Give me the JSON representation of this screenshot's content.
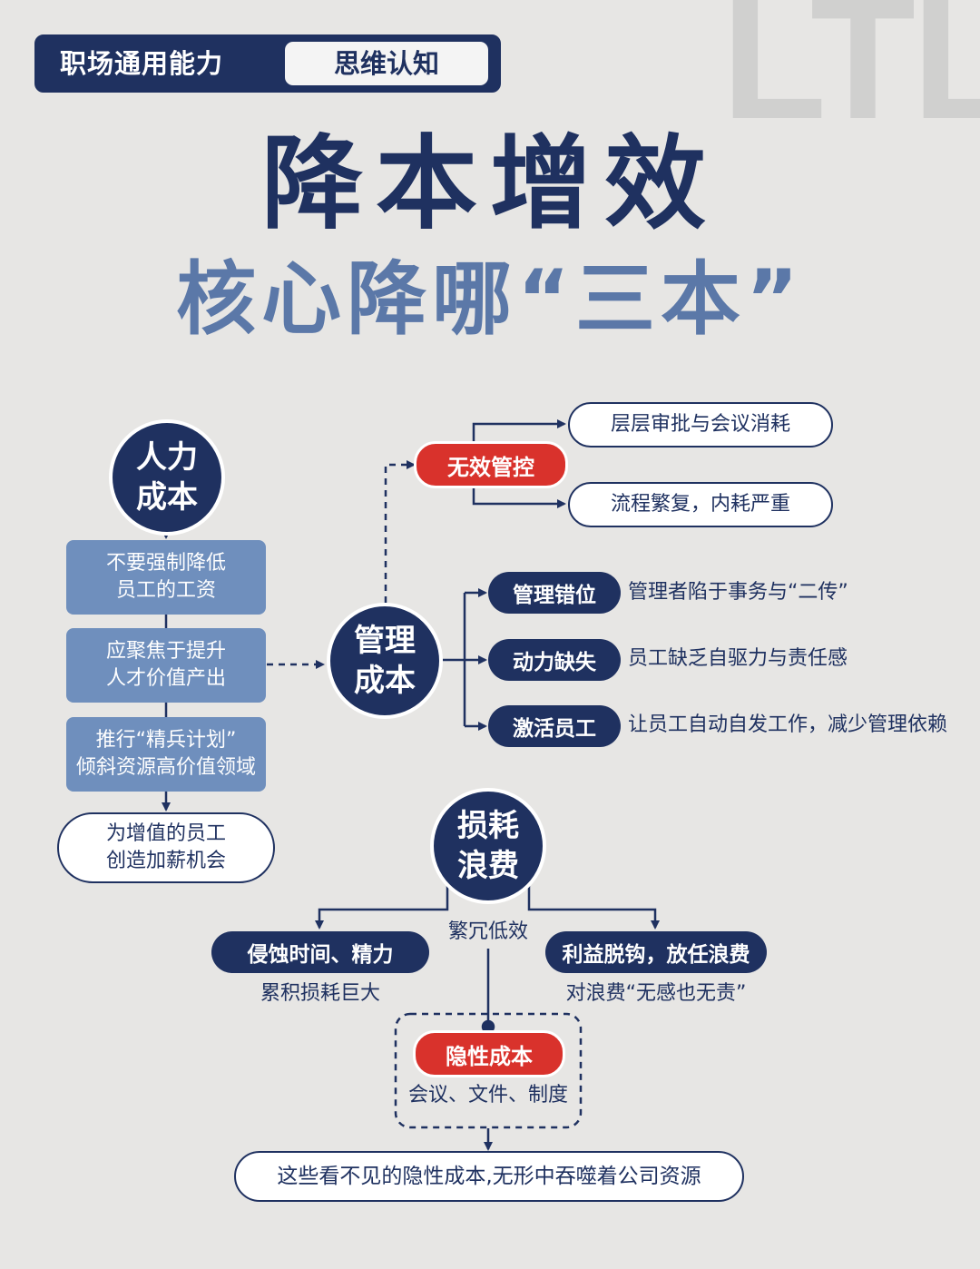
{
  "watermark": "LTL",
  "header": {
    "tag_left": "职场通用能力",
    "tag_right": "思维认知"
  },
  "title": {
    "main": "降本增效",
    "sub": "核心降哪“三本”"
  },
  "human_cost": {
    "node": "人力\n成本",
    "steps": [
      "不要强制降低\n员工的工资",
      "应聚焦于提升\n人才价值产出",
      "推行“精兵计划”\n倾斜资源高价值领域"
    ],
    "result": "为增值的员工\n创造加薪机会"
  },
  "management_cost": {
    "node": "管理\n成本",
    "ineffective": {
      "label": "无效管控",
      "items": [
        "层层审批与会议消耗",
        "流程繁复，内耗严重"
      ]
    },
    "rows": [
      {
        "label": "管理错位",
        "desc": "管理者陷于事务与“二传”"
      },
      {
        "label": "动力缺失",
        "desc": "员工缺乏自驱力与责任感"
      },
      {
        "label": "激活员工",
        "desc": "让员工自动自发工作，减少管理依赖"
      }
    ]
  },
  "waste_cost": {
    "node": "损耗\n浪费",
    "left": {
      "label": "侵蚀时间、精力",
      "desc": "累积损耗巨大"
    },
    "middle": "繁冗低效",
    "right": {
      "label": "利益脱钩，放任浪费",
      "desc": "对浪费“无感也无责”"
    },
    "hidden": {
      "label": "隐性成本",
      "desc": "会议、文件、制度"
    },
    "conclusion": "这些看不见的隐性成本,无形中吞噬着公司资源"
  },
  "colors": {
    "navy": "#1f3160",
    "steel_blue": "#6f8fbd",
    "subtitle_blue": "#5b78a8",
    "red": "#d9322c",
    "background": "#e7e6e4"
  }
}
